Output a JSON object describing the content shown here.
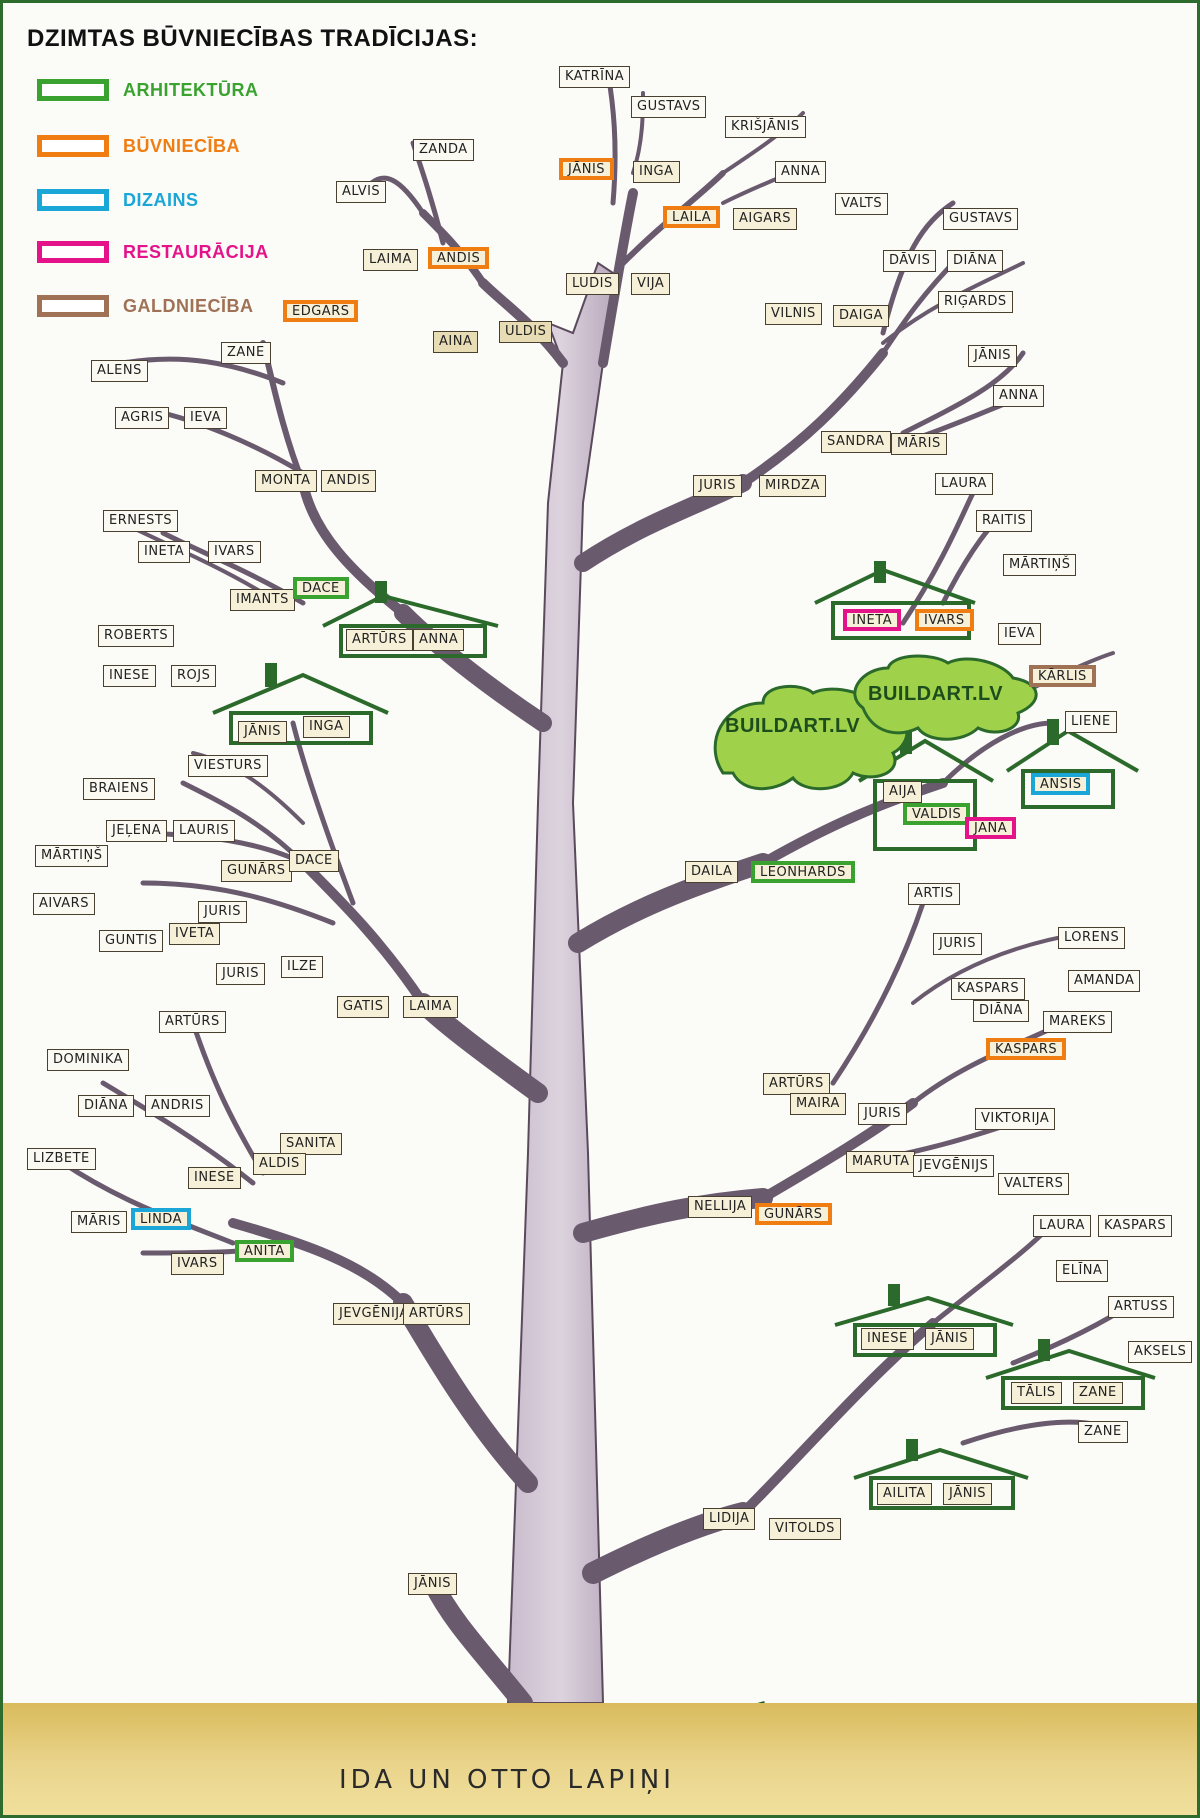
{
  "title": "DZIMTAS BŪVNIECĪBAS TRADĪCIJAS:",
  "legend": [
    {
      "label": "ARHITEKTŪRA",
      "color": "#3aa32f"
    },
    {
      "label": "BŪVNIECĪBA",
      "color": "#f07d12"
    },
    {
      "label": "DIZAINS",
      "color": "#1aa6d6"
    },
    {
      "label": "RESTAURĀCIJA",
      "color": "#e4138a"
    },
    {
      "label": "GALDNIECĪBA",
      "color": "#a07255"
    }
  ],
  "clouds": [
    "BUILDART.LV",
    "BUILDART.LV"
  ],
  "footer": "IDA UN OTTO LAPIŅI",
  "names": [
    "KATRĪNA",
    "GUSTAVS",
    "KRIŠJĀNIS",
    "JĀNIS",
    "INGA",
    "ANNA",
    "LAILA",
    "AIGARS",
    "VALTS",
    "GUSTAVS",
    "DĀVIS",
    "DIĀNA",
    "LUDIS",
    "VIJA",
    "VILNIS",
    "DAIGA",
    "RIĢARDS",
    "JĀNIS",
    "ANNA",
    "SANDRA",
    "MĀRIS",
    "JURIS",
    "MIRDZA",
    "LAURA",
    "RAITIS",
    "MĀRTIŅŠ",
    "INETA",
    "IVARS",
    "IEVA",
    "KĀRLIS",
    "LIENE",
    "ANSIS",
    "AIJA",
    "VALDIS",
    "JANA",
    "DAILA",
    "LEONHARDS",
    "ARTIS",
    "JURIS",
    "LORENS",
    "KASPARS",
    "AMANDA",
    "DIĀNA",
    "MAREKS",
    "KASPARS",
    "ARTŪRS",
    "MAIRA",
    "JURIS",
    "VIKTORIJA",
    "MARUTA",
    "JEVGĒNIJS",
    "NELLIJA",
    "GUNĀRS",
    "VALTERS",
    "LAURA",
    "KASPARS",
    "ELĪNA",
    "ARTUSS",
    "INESE",
    "JĀNIS",
    "AKSELS",
    "TĀLIS",
    "ZANE",
    "ZANE",
    "AILITA",
    "JĀNIS",
    "LIDIJA",
    "VITOLDS",
    "ZANDA",
    "ALVIS",
    "LAIMA",
    "ANDIS",
    "AINA",
    "ULDIS",
    "EDGARS",
    "ZANE",
    "ALENS",
    "AGRIS",
    "IEVA",
    "MONTA",
    "ANDIS",
    "ERNESTS",
    "INETA",
    "IVARS",
    "IMANTS",
    "DACE",
    "ARTŪRS",
    "ANNA",
    "ROBERTS",
    "INESE",
    "ROJS",
    "JĀNIS",
    "INGA",
    "VIESTURS",
    "BRAIENS",
    "JEĻENA",
    "LAURIS",
    "MĀRTIŅŠ",
    "GUNĀRS",
    "DACE",
    "AIVARS",
    "JURIS",
    "IVETA",
    "GUNTIS",
    "JURIS",
    "ILZE",
    "GATIS",
    "LAIMA",
    "ARTŪRS",
    "DOMINIKA",
    "DIĀNA",
    "ANDRIS",
    "SANITA",
    "ALDIS",
    "INESE",
    "LIZBETE",
    "MĀRIS",
    "LINDA",
    "IVARS",
    "ANITA",
    "JEVGĒNIJA",
    "ARTŪRS",
    "JĀNIS"
  ]
}
